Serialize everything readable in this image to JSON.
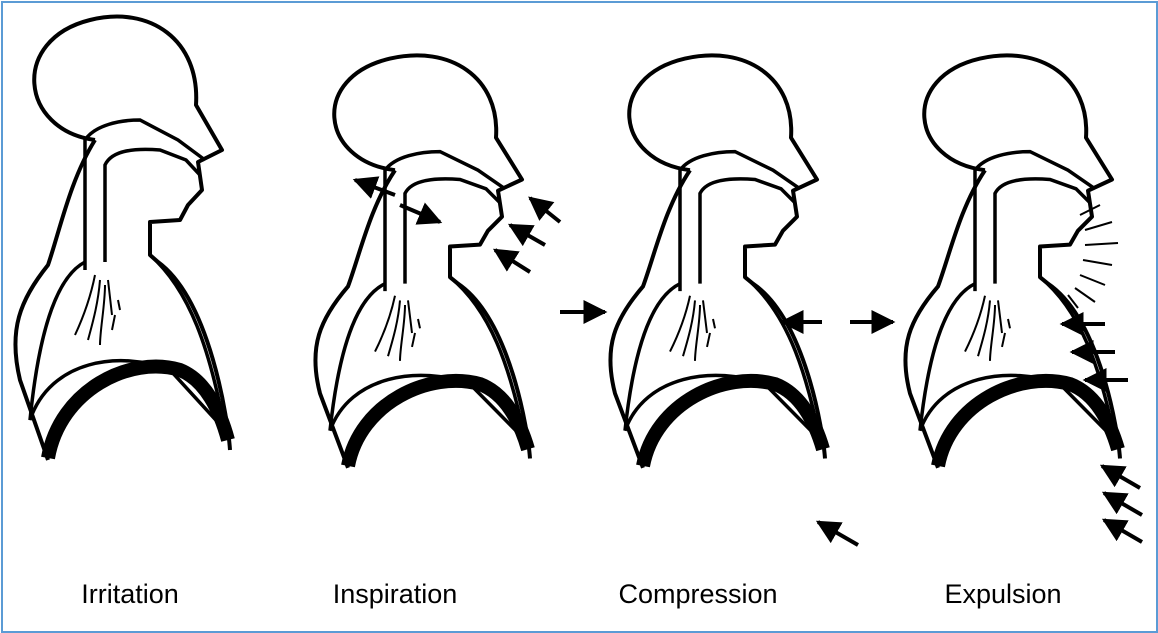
{
  "stages": [
    {
      "id": "irritation",
      "label": "Irritation"
    },
    {
      "id": "inspiration",
      "label": "Inspiration"
    },
    {
      "id": "compression",
      "label": "Compression"
    },
    {
      "id": "expulsion",
      "label": "Expulsion"
    }
  ],
  "colors": {
    "frame": "#5b9bd5",
    "ink": "#000000"
  }
}
